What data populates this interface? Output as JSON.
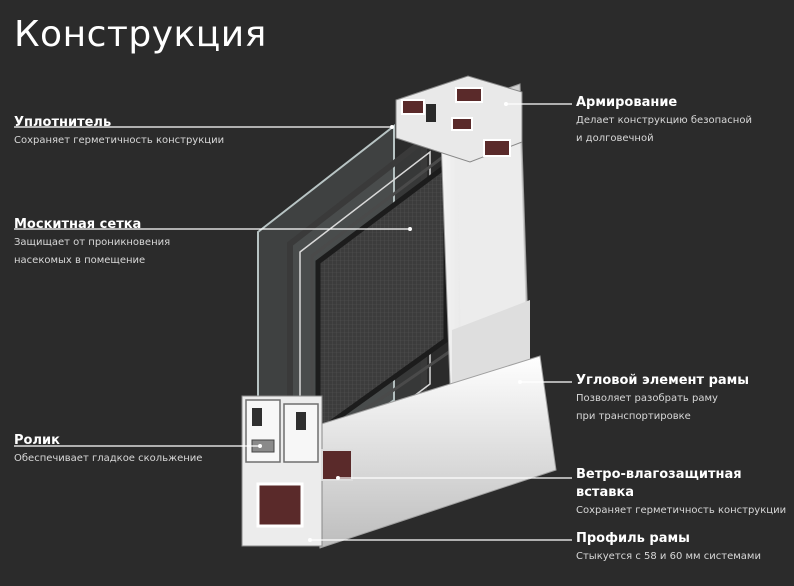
{
  "title": "Конструкция",
  "callouts": {
    "seal": {
      "title": "Уплотнитель",
      "desc": "Сохраняет герметичность конструкции"
    },
    "mesh": {
      "title": "Москитная сетка",
      "desc1": "Защищает от проникновения",
      "desc2": "насекомых в помещение"
    },
    "roller": {
      "title": "Ролик",
      "desc": "Обеспечивает гладкое скольжение"
    },
    "reinforcement": {
      "title": "Армирование",
      "desc1": "Делает конструкцию безопасной",
      "desc2": "и долговечной"
    },
    "corner": {
      "title": "Угловой элемент рамы",
      "desc1": "Позволяет разобрать раму",
      "desc2": "при транспортировке"
    },
    "insert": {
      "title": "Ветро-влагозащитная вставка",
      "desc": "Сохраняет герметичность конструкции"
    },
    "profile": {
      "title": "Профиль рамы",
      "desc": "Стыкуется с 58 и 60 мм системами"
    }
  }
}
